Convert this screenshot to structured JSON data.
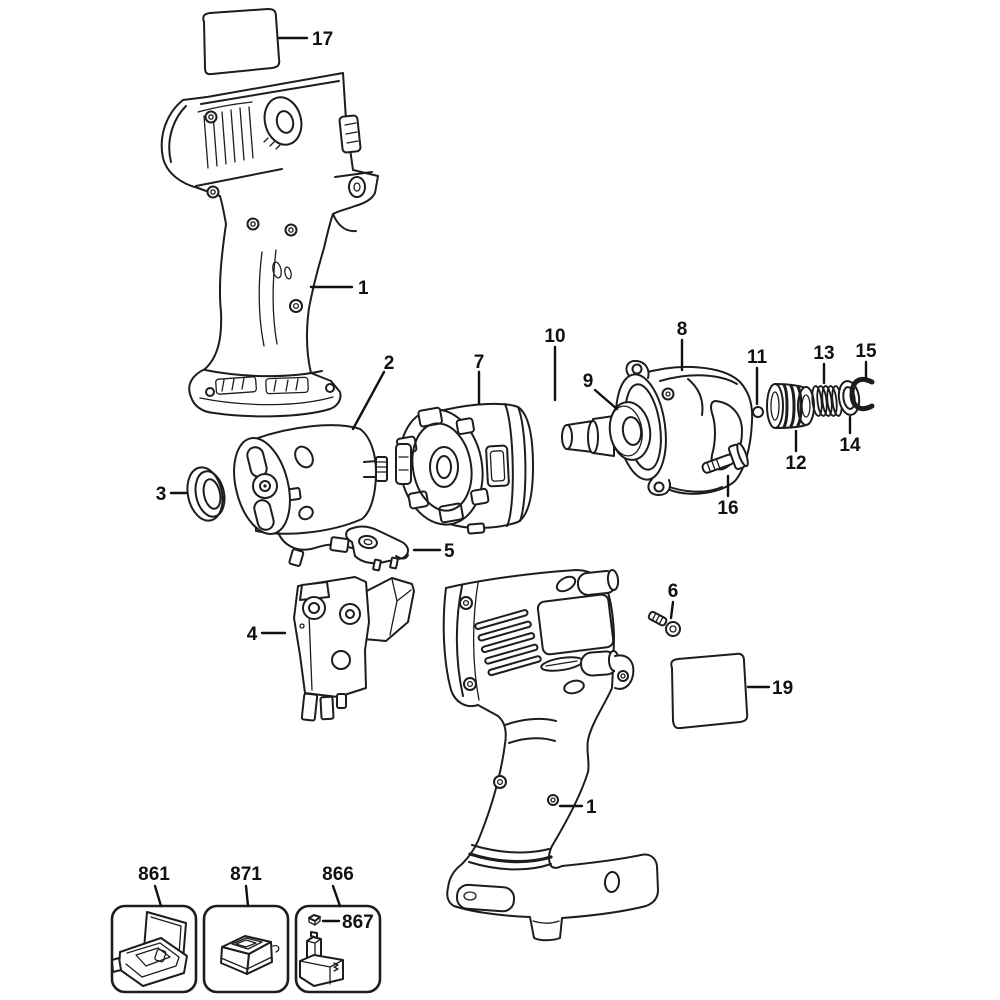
{
  "figure": {
    "kind": "exploded-parts-diagram",
    "background_color": "#ffffff",
    "line_color": "#1d1d1d"
  },
  "callouts": [
    {
      "num": "17",
      "target": "nameplate-label-top"
    },
    {
      "num": "1",
      "target": "housing-half-interior"
    },
    {
      "num": "2",
      "target": "motor"
    },
    {
      "num": "3",
      "target": "motor-end-cap"
    },
    {
      "num": "7",
      "target": "gear-case-assembly"
    },
    {
      "num": "10",
      "target": "anvil-pin"
    },
    {
      "num": "9",
      "target": "anvil"
    },
    {
      "num": "8",
      "target": "hammer-case"
    },
    {
      "num": "11",
      "target": "detent-ball"
    },
    {
      "num": "12",
      "target": "collar"
    },
    {
      "num": "13",
      "target": "spring"
    },
    {
      "num": "14",
      "target": "washer"
    },
    {
      "num": "15",
      "target": "retaining-ring"
    },
    {
      "num": "16",
      "target": "hammer-case-screw"
    },
    {
      "num": "5",
      "target": "lock-lever"
    },
    {
      "num": "4",
      "target": "switch-assembly"
    },
    {
      "num": "6",
      "target": "housing-screw"
    },
    {
      "num": "19",
      "target": "nameplate-label-side"
    },
    {
      "num": "1",
      "target": "housing-half-exterior"
    },
    {
      "num": "861",
      "target": "kit-box"
    },
    {
      "num": "871",
      "target": "charger"
    },
    {
      "num": "866",
      "target": "battery-pack"
    },
    {
      "num": "867",
      "target": "battery-cap"
    }
  ]
}
